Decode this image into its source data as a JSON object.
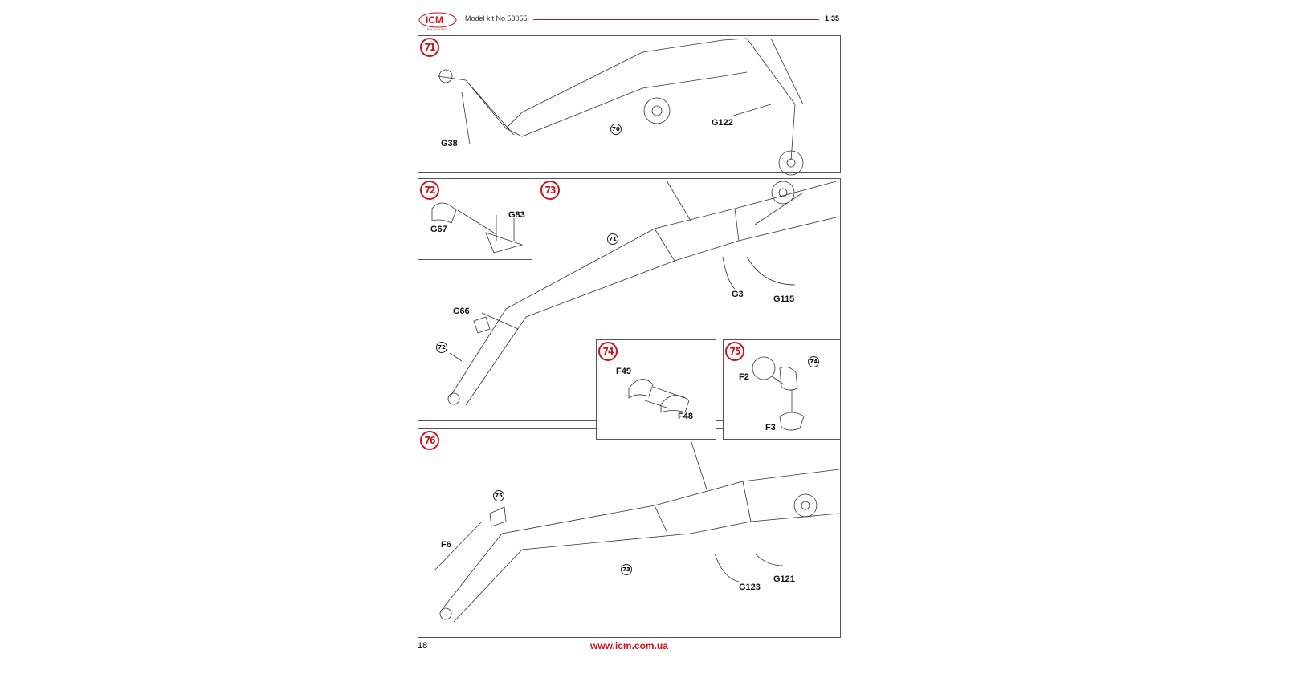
{
  "header": {
    "logo_text": "ICM",
    "logo_tagline": "Was in the Real",
    "kit": "Model kit No 53055",
    "scale": "1:35"
  },
  "steps": {
    "s71": {
      "number": "71",
      "labels": {
        "g38": "G38",
        "g122": "G122"
      },
      "ref": "70"
    },
    "s72": {
      "number": "72",
      "labels": {
        "g67": "G67",
        "g83": "G83"
      }
    },
    "s73": {
      "number": "73",
      "labels": {
        "g66": "G66",
        "g3": "G3",
        "g115": "G115"
      },
      "refs": [
        "71",
        "72"
      ]
    },
    "s74": {
      "number": "74",
      "labels": {
        "f49": "F49",
        "f48": "F48"
      }
    },
    "s75": {
      "number": "75",
      "labels": {
        "f2": "F2",
        "f3": "F3"
      },
      "ref": "74"
    },
    "s76": {
      "number": "76",
      "labels": {
        "f6": "F6",
        "g121": "G121",
        "g123": "G123"
      },
      "refs": [
        "75",
        "73"
      ]
    }
  },
  "footer": {
    "page": "18",
    "url": "www.icm.com.ua"
  },
  "colors": {
    "accent": "#c8141e"
  }
}
